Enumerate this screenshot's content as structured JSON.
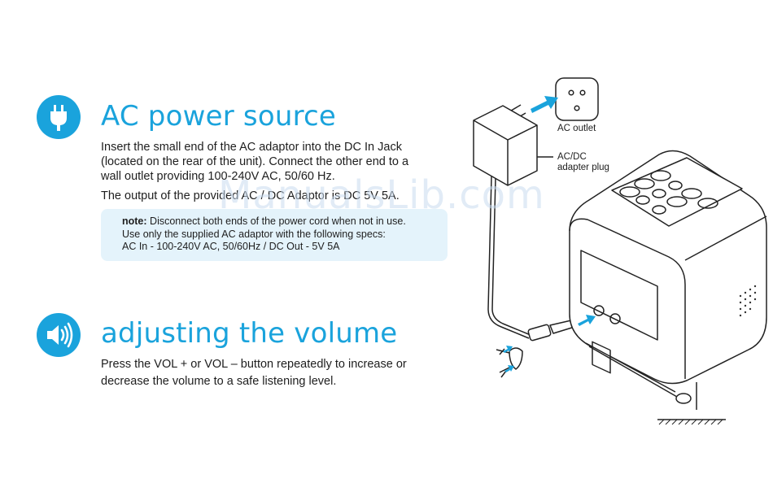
{
  "ac_section": {
    "title": "AC power source",
    "icon": "power-plug-icon",
    "lines": [
      "Insert the small end of the AC adaptor into the DC In Jack",
      "(located on the rear of the unit). Connect the other end to a",
      "wall outlet providing 100-240V AC, 50/60 Hz.",
      "The output of the provided AC / DC Adaptor is DC 5V 5A."
    ],
    "note": {
      "label": "note:",
      "line1": " Disconnect both ends of the power cord when not in use.",
      "line2": "Use only the supplied AC adaptor with the following specs:",
      "line3": "AC In - 100-240V AC, 50/60Hz / DC Out - 5V 5A"
    }
  },
  "volume_section": {
    "title": "adjusting the volume",
    "icon": "speaker-volume-icon",
    "lines": [
      "Press the VOL + or VOL – button repeatedly to increase or",
      "decrease the volume to a safe listening level."
    ]
  },
  "illustration": {
    "outlet_label": "AC outlet",
    "adapter_label_line1": "AC/DC",
    "adapter_label_line2": "adapter plug"
  },
  "watermark": "ManualsLib.com",
  "colors": {
    "accent": "#1aa3dc",
    "note_bg": "#e4f3fb"
  }
}
